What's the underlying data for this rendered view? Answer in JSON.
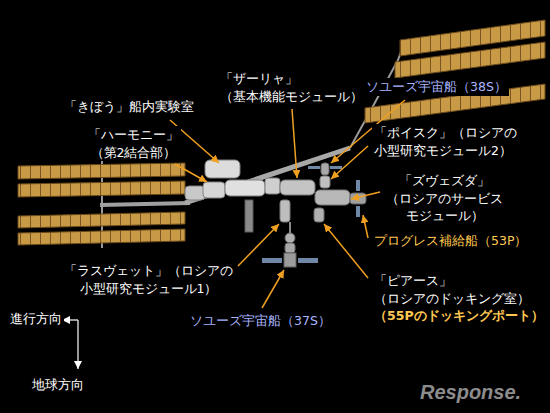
{
  "diagram": {
    "labels": [
      "「きぼう」船内実験室",
      "「ザーリャ」 （基本機能モジュール）",
      "ソユーズ宇宙船（38S）",
      "「ハーモニー」 （第2結合部）",
      "「ポイスク」（ロシアの 小型研究モジュール2）",
      "「ズヴェズダ」 （ロシアのサービス モジュール）",
      "プログレス補給船（53P）",
      "「ラスヴェット」（ロシアの 小型研究モジュール1）",
      "「ピアース」 （ロシアのドッキング室）",
      "（55Pのドッキングポート）",
      "ソユーズ宇宙船（37S）",
      "進行方向",
      "地球方向",
      "Response."
    ]
  }
}
